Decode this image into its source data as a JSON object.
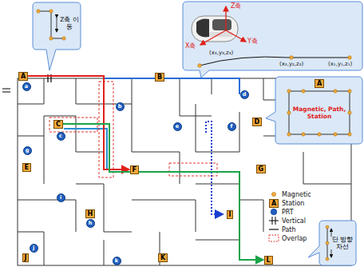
{
  "diagram": {
    "nodes": [
      {
        "text": [
          "Z축 이동"
        ]
      },
      {
        "text": [
          "A"
        ]
      },
      {
        "text": [
          "B"
        ]
      },
      {
        "text": [
          "C"
        ]
      },
      {
        "text": [
          "D"
        ]
      },
      {
        "text": [
          "E"
        ]
      },
      {
        "text": [
          "F"
        ]
      },
      {
        "text": [
          "G"
        ]
      },
      {
        "text": [
          "H"
        ]
      },
      {
        "text": [
          "I"
        ]
      },
      {
        "text": [
          "J"
        ]
      },
      {
        "text": [
          "K"
        ]
      },
      {
        "text": [
          "L"
        ]
      },
      {
        "text": [
          "a"
        ]
      },
      {
        "text": [
          "b"
        ]
      },
      {
        "text": [
          "c"
        ]
      },
      {
        "text": [
          "d"
        ]
      },
      {
        "text": [
          "e"
        ]
      },
      {
        "text": [
          "f"
        ]
      },
      {
        "text": [
          "g"
        ]
      },
      {
        "text": [
          "h"
        ]
      },
      {
        "text": [
          "i"
        ]
      },
      {
        "text": [
          "j"
        ]
      },
      {
        "text": [
          "k"
        ]
      },
      {
        "text": [
          "Magnetic, Path, Station"
        ]
      },
      {
        "text": [
          "A"
        ],
        "in": 24
      },
      {
        "text": [
          "A"
        ]
      },
      {
        "text": [
          "단 방향 차선"
        ]
      }
    ],
    "edges": [
      {
        "from": 1,
        "to": 6,
        "arrow": "to"
      },
      {
        "from": 3,
        "to": 12,
        "arrow": "to"
      }
    ],
    "labels": [
      "Z축",
      "X축",
      "Y축",
      "(x₃,y₃,z₃)",
      "(x₂,y₂,z₂)",
      "(x₁,y₁,z₁)"
    ],
    "legend": [
      {
        "text": "Magnetic"
      },
      {
        "text": "Station"
      },
      {
        "text": "PRT"
      },
      {
        "text": "Vertical"
      },
      {
        "text": "Path"
      },
      {
        "text": "Overlap"
      }
    ]
  }
}
